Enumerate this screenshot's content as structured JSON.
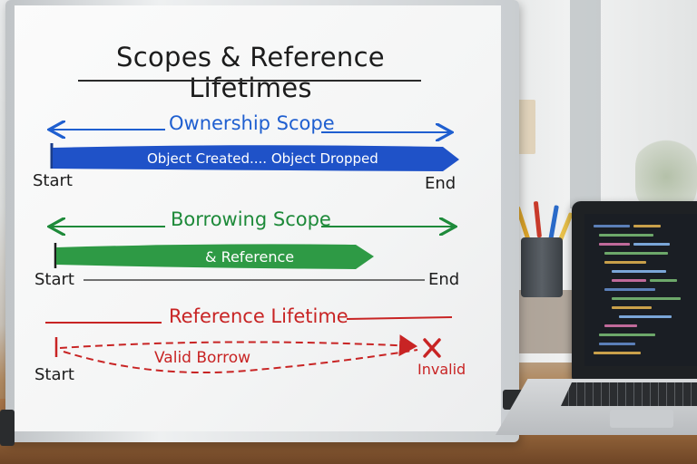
{
  "title": "Scopes & Reference Lifetimes",
  "sections": [
    {
      "label": "Ownership Scope",
      "bar_text": "Object Created.... Object Dropped",
      "start": "Start",
      "end": "End",
      "color": "#1f5fd0"
    },
    {
      "label": "Borrowing Scope",
      "bar_text": "& Reference",
      "start": "Start",
      "end": "End",
      "color": "#1e8a3a"
    },
    {
      "label": "Reference Lifetime",
      "bar_text": "Valid Borrow",
      "start": "Start",
      "end": "Invalid",
      "end_mark": "✕",
      "color": "#c82424"
    }
  ],
  "background": {
    "laptop_screen": "code-editor",
    "objects": [
      "pen-cup",
      "laptop",
      "desk"
    ]
  }
}
